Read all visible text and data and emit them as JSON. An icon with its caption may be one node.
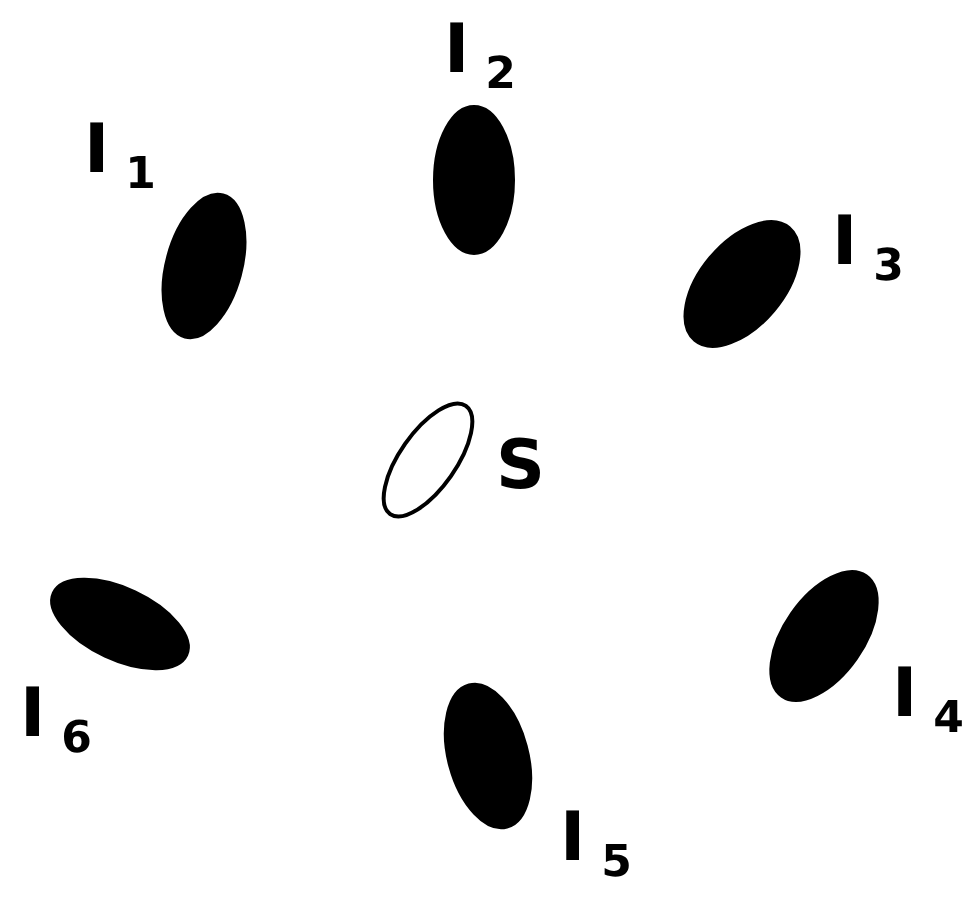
{
  "diagram": {
    "nodes": [
      {
        "text": [],
        "shape": "ellipse",
        "beside": [
          "I$_{1}$"
        ]
      },
      {
        "text": [],
        "shape": "ellipse",
        "beside": [
          "I$_{2}$"
        ]
      },
      {
        "text": [],
        "shape": "ellipse",
        "beside": [
          "I$_{3}$"
        ]
      },
      {
        "text": [],
        "shape": "ellipse",
        "beside": [
          "S"
        ]
      },
      {
        "text": [],
        "shape": "ellipse",
        "beside": [
          "I$_{6}$"
        ]
      },
      {
        "text": [],
        "shape": "ellipse",
        "beside": [
          "I$_{5}$"
        ]
      },
      {
        "text": [],
        "shape": "ellipse",
        "beside": [
          "I$_{4}$"
        ]
      }
    ],
    "edges": []
  }
}
